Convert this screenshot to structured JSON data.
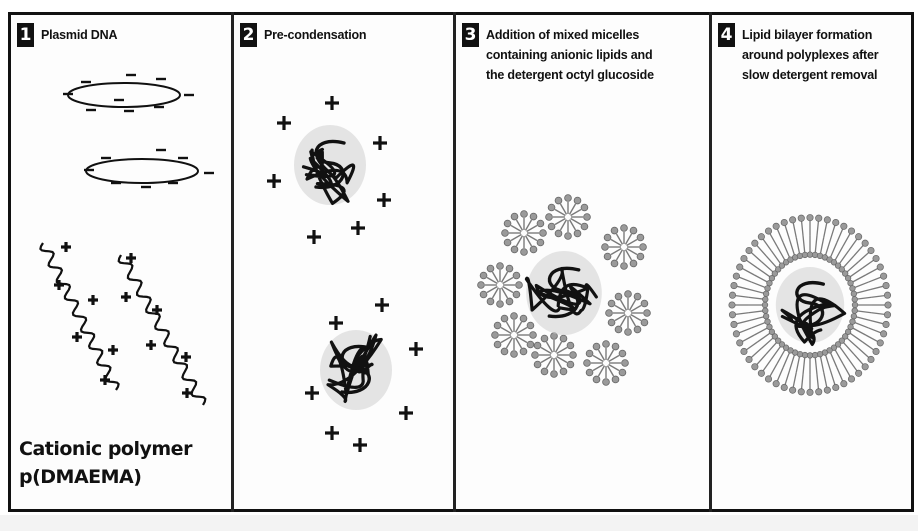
{
  "panels": [
    {
      "number": "1",
      "title": "Plasmid DNA",
      "bottom_label": "Cationic polymer\np(DMAEMA)"
    },
    {
      "number": "2",
      "title": "Pre-condensation"
    },
    {
      "number": "3",
      "title": "Addition of mixed micelles\ncontaining anionic lipids and\nthe detergent octyl glucoside"
    },
    {
      "number": "4",
      "title": "Lipid bilayer formation\naround polyplexes after\nslow detergent removal"
    }
  ],
  "symbols": {
    "negative": "−",
    "positive": "+"
  },
  "colors": {
    "ink": "#111111",
    "frame": "#111111",
    "lipid_gray": "#8a8a8a",
    "background": "#ffffff"
  }
}
